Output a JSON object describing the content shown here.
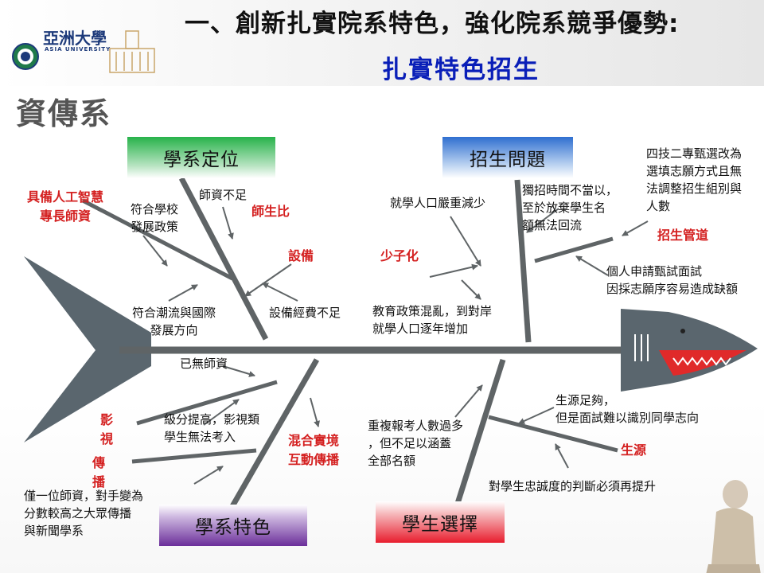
{
  "header": {
    "title": "一、創新扎實院系特色，強化院系競爭優勢:",
    "subtitle": "扎實特色招生",
    "department": "資傳系",
    "logo_name": "亞洲大學",
    "logo_english": "ASIA UNIVERSITY"
  },
  "categories": {
    "positioning": "學系定位",
    "recruitment": "招生問題",
    "features": "學系特色",
    "student_choice": "學生選擇"
  },
  "causes": {
    "ai_faculty": "具備人工智慧\n專長師資",
    "school_policy": "符合學校\n發展政策",
    "lack_faculty": "師資不足",
    "teacher_ratio": "師生比",
    "equipment": "設備",
    "trend": "符合潮流與國際\n發展方向",
    "equipment_budget": "設備經費不足",
    "population_decline": "就學人口嚴重減少",
    "single_recruit": "獨招時間不當以，\n至於放棄學生名\n額無法回流",
    "vocational_change": "四技二專甄選改為\n選填志願方式且無\n法調整招生組別與\n人數",
    "low_birth": "少子化",
    "channel": "招生管道",
    "policy_chaos": "教育政策混亂，到對岸\n就學人口逐年增加",
    "personal_apply": "個人申請甄試面試\n因採志願序容易造成缺額",
    "no_teachers": "已無師資",
    "film_tv": "影\n視",
    "grading": "級分提高，影視類\n學生無法考入",
    "mixed_reality": "混合實境\n互動傳播",
    "broadcast": "傳\n播",
    "one_teacher": "僅一位師資，對手變為\n分數較高之大眾傳播\n與新聞學系",
    "duplicate_apply": "重複報考人數過多\n，但不足以涵蓋\n全部名額",
    "enough_source": "生源足夠，\n但是面試難以識別同學志向",
    "student_source": "生源",
    "loyalty": "對學生忠誠度的判斷必須再提升"
  },
  "colors": {
    "bone": "#5f6466",
    "shark": "#5a666e",
    "cause_red": "#d42020",
    "title_blue": "#0a1fb8"
  }
}
